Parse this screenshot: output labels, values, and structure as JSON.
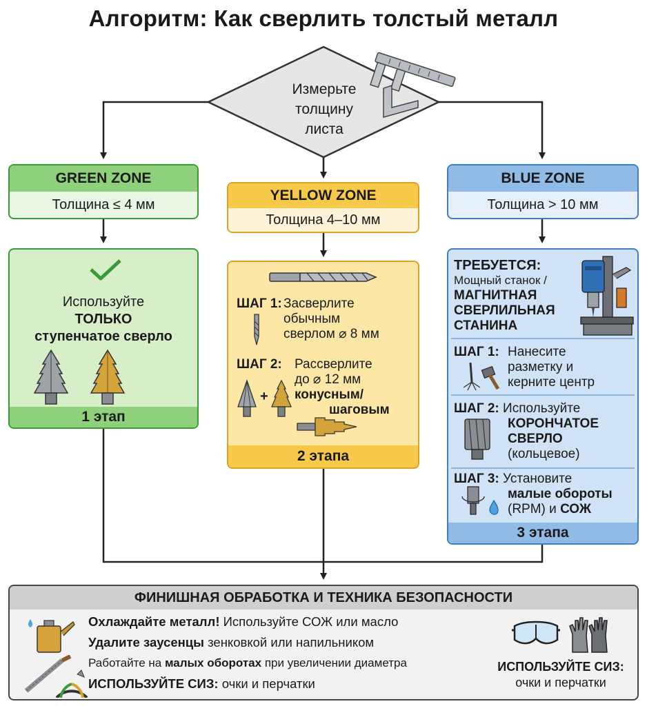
{
  "title": "Алгоритм: Как сверлить толстый металл",
  "start": {
    "lines": [
      "Измерьте",
      "толщину",
      "листа"
    ],
    "icon": "caliper-icon"
  },
  "green": {
    "zone": "GREEN ZONE",
    "thickness": "Толщина ≤ 4 мм",
    "use": "Используйте",
    "only": "ТОЛЬКО",
    "tool": "ступенчатое сверло",
    "stages": "1 этап",
    "color": "#3a9a3a"
  },
  "yellow": {
    "zone": "YELLOW ZONE",
    "thickness": "Толщина 4–10 мм",
    "step1_label": "ШАГ 1:",
    "step1_lines": [
      "Засверлите",
      "обычным",
      "сверлом ⌀ 8 мм"
    ],
    "step2_label": "ШАГ 2:",
    "step2_lines": [
      "Рассверлите",
      "до ⌀ 12 мм"
    ],
    "step2_bold": [
      "конусным/",
      "шаговым"
    ],
    "plus": "+",
    "stages": "2 этапа",
    "color": "#d8a22a"
  },
  "blue": {
    "zone": "BLUE ZONE",
    "thickness": "Толщина > 10 мм",
    "req_label": "ТРЕБУЕТСЯ:",
    "req_text": "Мощный станок /",
    "req_bold": [
      "МАГНИТНАЯ",
      "СВЕРЛИЛЬНАЯ",
      "СТАНИНА"
    ],
    "step1_label": "ШАГ 1:",
    "step1_lines": [
      "Нанесите",
      "разметку и",
      "керните центр"
    ],
    "step2_label": "ШАГ 2:",
    "step2_text": "Используйте",
    "step2_bold": [
      "КОРОНЧАТОЕ",
      "СВЕРЛО"
    ],
    "step2_note": "(кольцевое)",
    "step3_label": "ШАГ 3:",
    "step3_text": "Установите",
    "step3_bold": "малые обороты",
    "step3_mid": "(RPM) и",
    "step3_bold2": "СОЖ",
    "stages": "3 этапа",
    "color": "#3d7fc2"
  },
  "final": {
    "title": "ФИНИШНАЯ ОБРАБОТКА И ТЕХНИКА БЕЗОПАСНОСТИ",
    "l1_bold": "Охлаждайте металл!",
    "l1_rest": " Используйте СОЖ или масло",
    "l2_bold": "Удалите заусенцы",
    "l2_rest": " зенковкой или напильником",
    "l3_a": "Работайте на ",
    "l3_bold": "малых оборотах",
    "l3_b": " при увеличении диаметра",
    "l4_bold": "ИСПОЛЬЗУЙТЕ СИЗ:",
    "l4_rest": " очки и перчатки",
    "ppe_bold": "ИСПОЛЬЗУЙТЕ СИЗ:",
    "ppe_rest": "очки и перчатки"
  }
}
